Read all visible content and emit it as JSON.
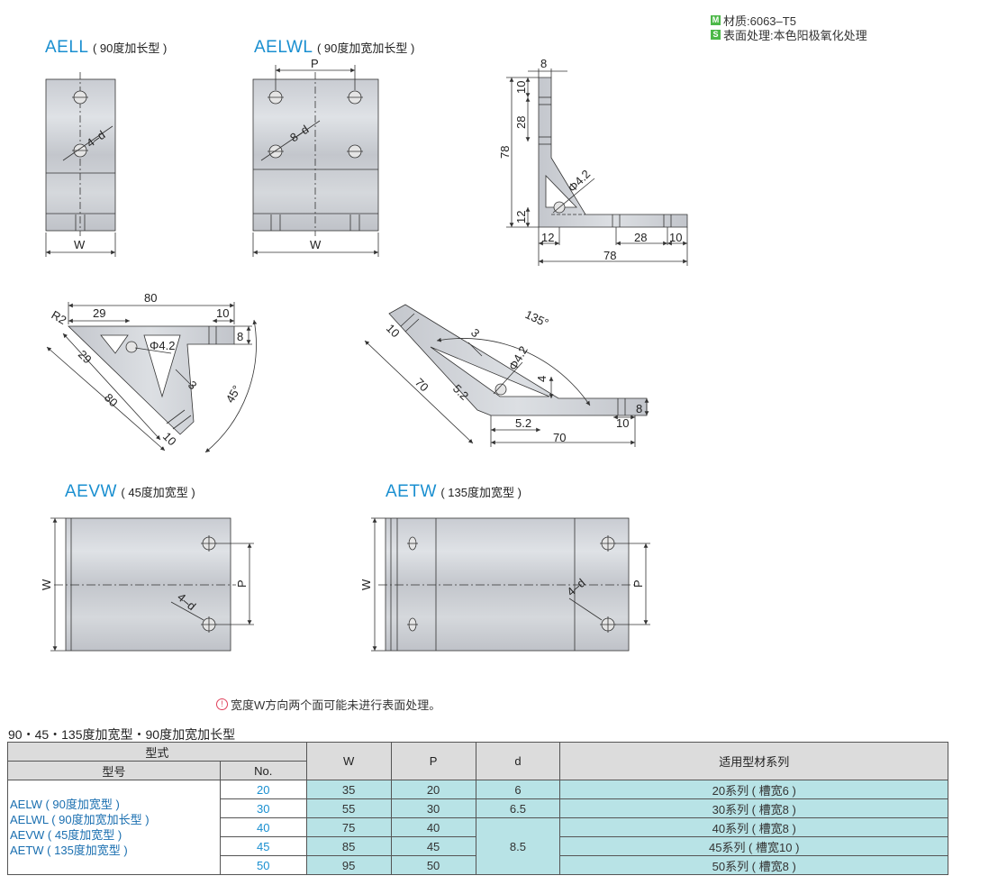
{
  "legend": {
    "material_badge": "M",
    "material_text": "材质:6063–T5",
    "surface_badge": "S",
    "surface_text": "表面处理:本色阳极氧化处理",
    "colors": {
      "material": "#4cb848",
      "surface": "#4cb848"
    }
  },
  "views": {
    "aell": {
      "code": "AELL",
      "desc": "( 90度加长型 )"
    },
    "aelwl": {
      "code": "AELWL",
      "desc": "( 90度加宽加长型 )"
    },
    "aevw": {
      "code": "AEVW",
      "desc": "( 45度加宽型 )"
    },
    "aetw": {
      "code": "AETW",
      "desc": "( 135度加宽型 )"
    }
  },
  "dims": {
    "aell": {
      "hole": "4–d",
      "width": "W"
    },
    "aelwl": {
      "pitch": "P",
      "hole": "8–d",
      "width": "W"
    },
    "side90": {
      "d8": "8",
      "d10": "10",
      "d28": "28",
      "d78": "78",
      "d12": "12",
      "d12b": "12",
      "d28b": "28",
      "d10b": "10",
      "d78b": "78",
      "phi": "Φ4.2"
    },
    "side45": {
      "d80": "80",
      "r2": "R2",
      "d29": "29",
      "d10": "10",
      "d8": "8",
      "phi": "Φ4.2",
      "d29b": "29",
      "d3": "3",
      "angle": "45°",
      "d80b": "80",
      "d10b": "10"
    },
    "side135": {
      "angle": "135°",
      "d10": "10",
      "d3": "3",
      "phi": "Φ4.2",
      "d70": "70",
      "d52": "5.2",
      "d4": "4",
      "d52b": "5.2",
      "d70b": "70",
      "d10b": "10",
      "d8": "8"
    },
    "aevw": {
      "width": "W",
      "pitch": "P",
      "hole": "4–d"
    },
    "aetw": {
      "width": "W",
      "pitch": "P",
      "hole": "4–d"
    }
  },
  "note": {
    "icon": "!",
    "text": "宽度W方向两个面可能未进行表面处理。"
  },
  "table": {
    "title": "90・45・135度加宽型・90度加宽加长型",
    "header": {
      "type": "型式",
      "model": "型号",
      "no": "No.",
      "w": "W",
      "p": "P",
      "d": "d",
      "series": "适用型材系列"
    },
    "codes": [
      "AELW ( 90度加宽型 )",
      "AELWL ( 90度加宽加长型 )",
      "AEVW ( 45度加宽型 )",
      "AETW ( 135度加宽型 )"
    ],
    "rows": [
      {
        "no": "20",
        "w": "35",
        "p": "20",
        "d": "6",
        "series": "20系列 ( 槽宽6 )"
      },
      {
        "no": "30",
        "w": "55",
        "p": "30",
        "d": "6.5",
        "series": "30系列 ( 槽宽8 )"
      },
      {
        "no": "40",
        "w": "75",
        "p": "40",
        "d": "8.5",
        "series": "40系列 ( 槽宽8 )"
      },
      {
        "no": "45",
        "w": "85",
        "p": "45",
        "d": "",
        "series": "45系列 ( 槽宽10 )"
      },
      {
        "no": "50",
        "w": "95",
        "p": "50",
        "d": "",
        "series": "50系列 ( 槽宽8 )"
      }
    ]
  }
}
